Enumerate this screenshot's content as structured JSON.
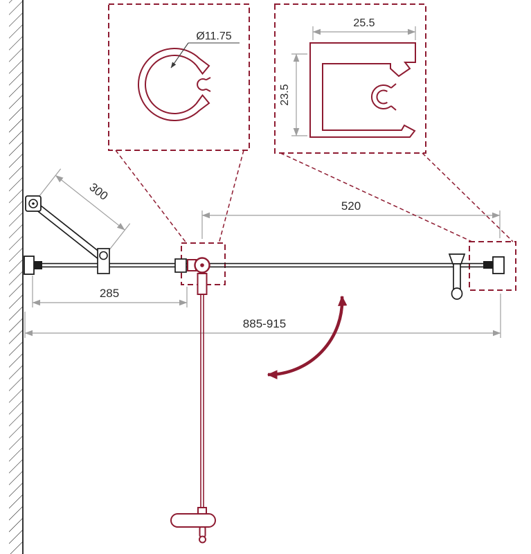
{
  "colors": {
    "accent": "#8e1b31",
    "line": "#1c1c1c",
    "dimension": "#9e9e9e",
    "text": "#2b2b2b",
    "background": "#ffffff"
  },
  "details": {
    "left_profile": {
      "diameter_label": "Ø11.75"
    },
    "right_profile": {
      "width_label": "25.5",
      "height_label": "23.5"
    }
  },
  "plan": {
    "support_bar_length": "300",
    "fixed_segment_width": "285",
    "door_panel_width": "520",
    "overall_width_range": "885-915"
  }
}
